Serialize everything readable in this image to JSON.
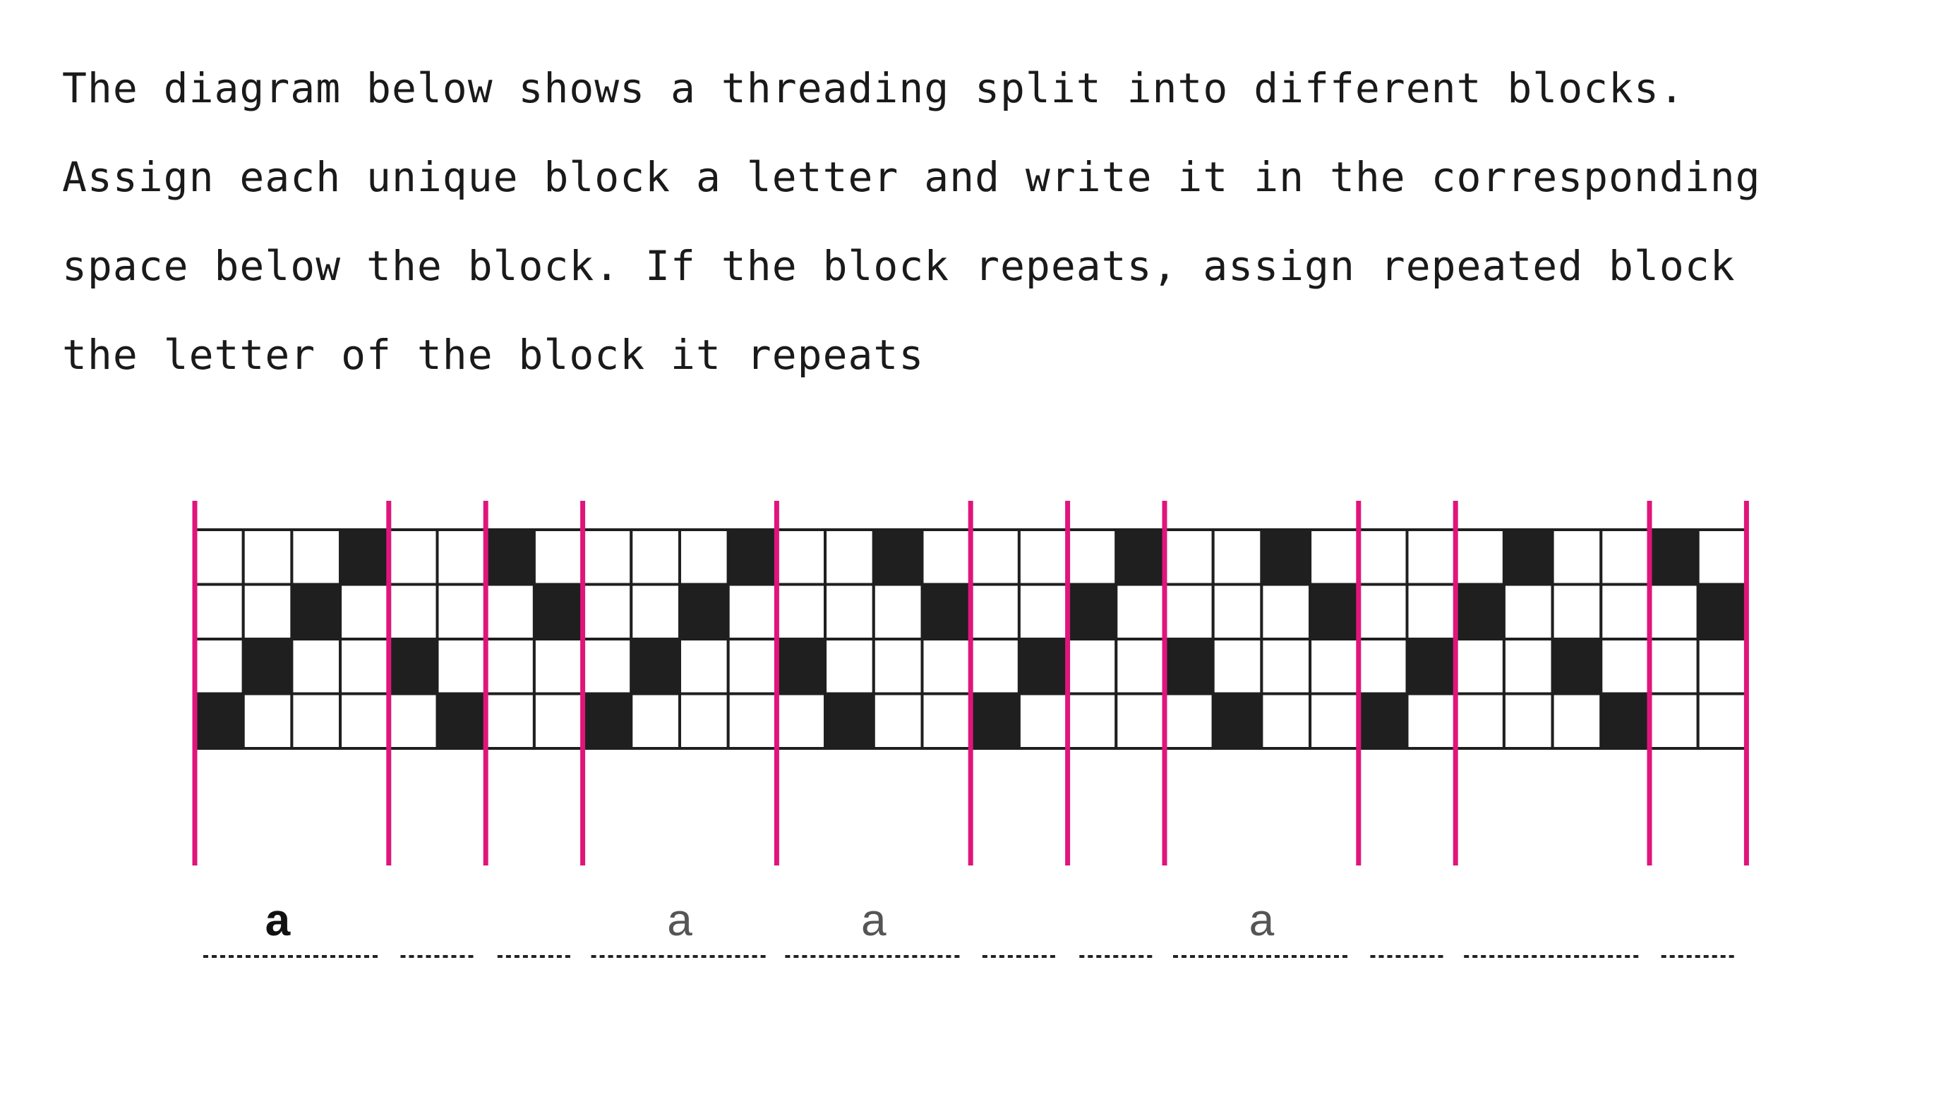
{
  "instructions": {
    "lines": [
      "The diagram below shows a threading split into different blocks.",
      "Assign each unique block a letter and write it in the corresponding",
      "space below the block. If the block repeats, assign repeated block",
      "the letter of the block it repeats"
    ]
  },
  "threading": {
    "shafts": 4,
    "ends": [
      1,
      2,
      3,
      4,
      2,
      1,
      4,
      3,
      1,
      2,
      3,
      4,
      2,
      1,
      4,
      3,
      1,
      2,
      3,
      4,
      2,
      1,
      4,
      3,
      1,
      2,
      3,
      4,
      2,
      1,
      4,
      3
    ],
    "block_ends": [
      4,
      2,
      2,
      4,
      4,
      2,
      2,
      4,
      2,
      4,
      2
    ],
    "colors": {
      "filled": "#1f1f1f",
      "empty": "#ffffff",
      "grid": "#1f1f1f",
      "divider": "#e0157c",
      "letter_dark": "#111111",
      "letter_gray": "#555555"
    }
  },
  "answers": [
    {
      "letter": "a",
      "tone": "dark"
    },
    {
      "letter": "",
      "tone": "gray"
    },
    {
      "letter": "",
      "tone": "gray"
    },
    {
      "letter": "a",
      "tone": "gray"
    },
    {
      "letter": "a",
      "tone": "gray"
    },
    {
      "letter": "",
      "tone": "gray"
    },
    {
      "letter": "",
      "tone": "gray"
    },
    {
      "letter": "a",
      "tone": "gray"
    },
    {
      "letter": "",
      "tone": "gray"
    },
    {
      "letter": "",
      "tone": "gray"
    },
    {
      "letter": "",
      "tone": "gray"
    }
  ]
}
